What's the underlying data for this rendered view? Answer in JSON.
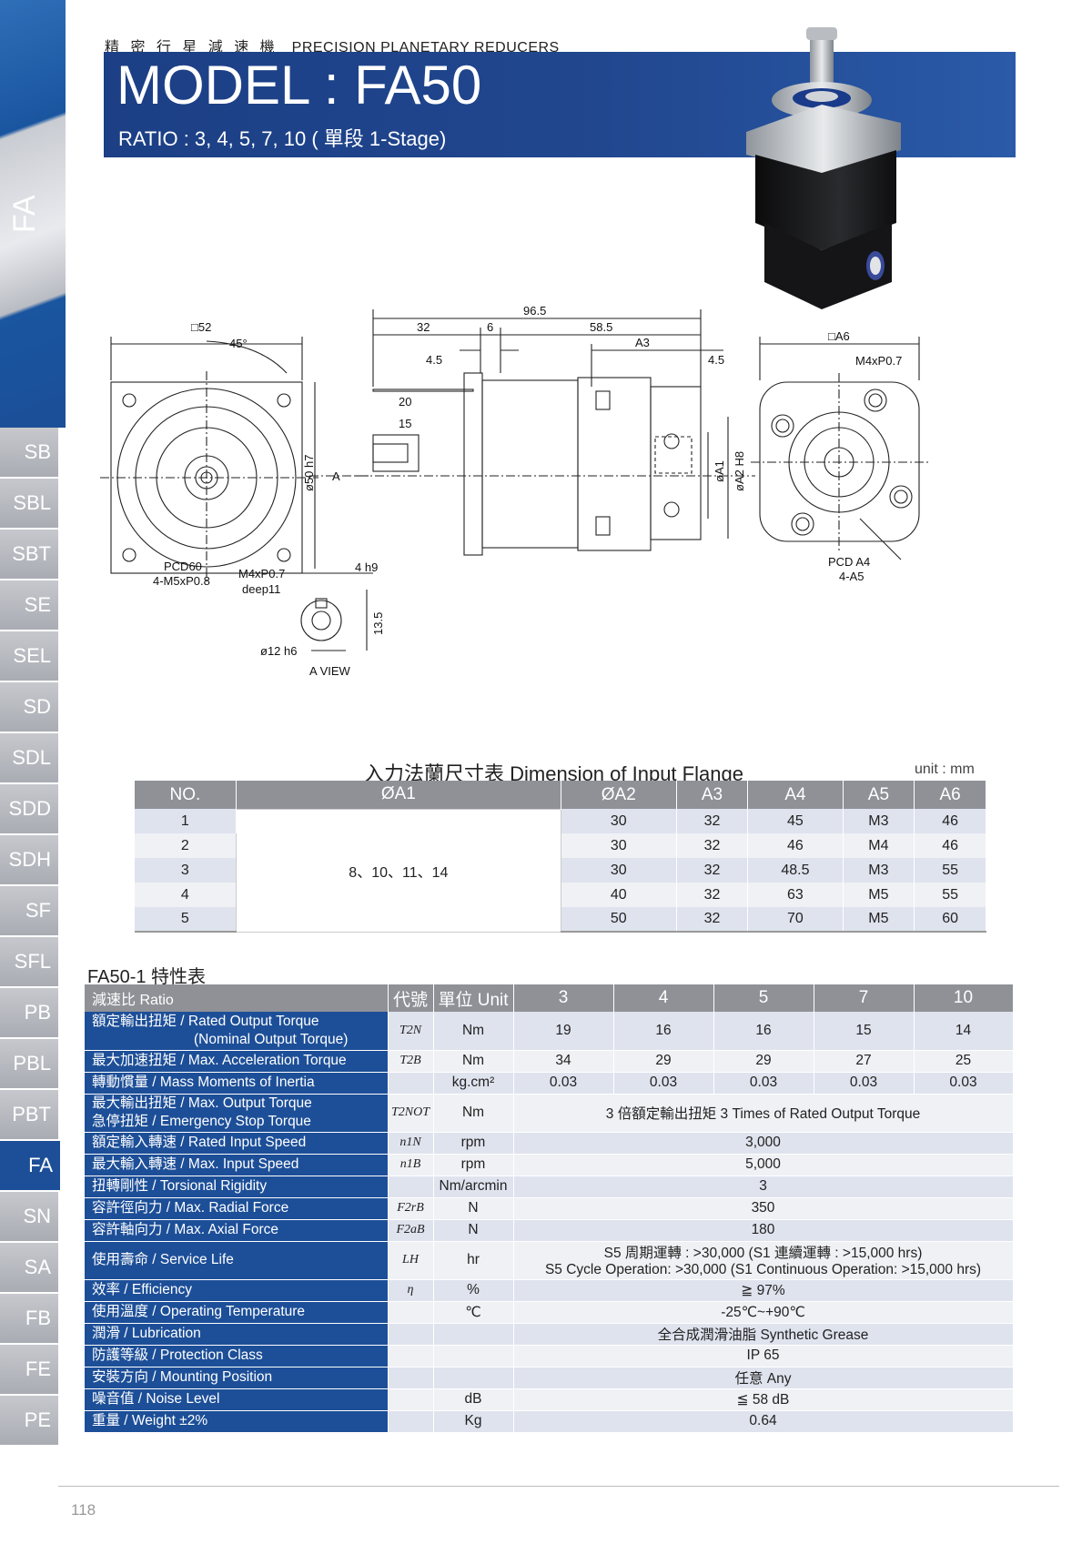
{
  "side_nav": {
    "top_label": "FA",
    "tabs": [
      "SB",
      "SBL",
      "SBT",
      "SE",
      "SEL",
      "SD",
      "SDL",
      "SDD",
      "SDH",
      "SF",
      "SFL",
      "PB",
      "PBL",
      "PBT",
      "FA",
      "SN",
      "SA",
      "FB",
      "FE",
      "PE"
    ],
    "active": "FA"
  },
  "header": {
    "category_zh": "精 密 行 星 減 速 機",
    "category_en": "PRECISION PLANETARY REDUCERS",
    "model_title": "MODEL : FA50",
    "ratio_line": "RATIO : 3, 4, 5, 7, 10 ( 單段 1-Stage)"
  },
  "drawing_labels": {
    "front_square": "□52",
    "front_angle": "45°",
    "front_pcd": "PCD60",
    "front_holes": "4-M5xP0.8",
    "dim_total": "96.5",
    "dim_32": "32",
    "dim_6": "6",
    "dim_585": "58.5",
    "dim_a3": "A3",
    "dim_45a": "4.5",
    "dim_45b": "4.5",
    "dim_20": "20",
    "dim_15": "15",
    "dim_phi50": "ø50 h7",
    "dim_a": "A",
    "dim_phia1": "øA1",
    "dim_phia2": "øA2 H8",
    "rear_square": "□A6",
    "rear_thread": "M4xP0.7",
    "rear_pcd": "PCD A4",
    "rear_holes": "4-A5",
    "aview_thread": "M4xP0.7",
    "aview_deep": "deep11",
    "aview_key": "4 h9",
    "aview_135": "13.5",
    "aview_phi12": "ø12 h6",
    "aview_title": "A VIEW"
  },
  "flange_table": {
    "caption": "入力法蘭尺寸表  Dimension of Input Flange",
    "unit": "unit : mm",
    "headers": [
      "NO.",
      "ØA1",
      "ØA2",
      "A3",
      "A4",
      "A5",
      "A6"
    ],
    "a1_value": "8、10、11、14",
    "rows": [
      [
        "1",
        "30",
        "32",
        "45",
        "M3",
        "46"
      ],
      [
        "2",
        "30",
        "32",
        "46",
        "M4",
        "46"
      ],
      [
        "3",
        "30",
        "32",
        "48.5",
        "M3",
        "55"
      ],
      [
        "4",
        "40",
        "32",
        "63",
        "M5",
        "55"
      ],
      [
        "5",
        "50",
        "32",
        "70",
        "M5",
        "60"
      ]
    ]
  },
  "spec_table": {
    "caption": "FA50-1 特性表",
    "headers": [
      "減速比 Ratio",
      "代號",
      "單位 Unit",
      "3",
      "4",
      "5",
      "7",
      "10"
    ],
    "rows": [
      {
        "label": "額定輸出扭矩 / Rated Output Torque",
        "label2": "(Nominal Output Torque)",
        "sym": "T2N",
        "unit": "Nm",
        "vals": [
          "19",
          "16",
          "16",
          "15",
          "14"
        ]
      },
      {
        "label": "最大加速扭矩 / Max. Acceleration Torque",
        "sym": "T2B",
        "unit": "Nm",
        "vals": [
          "34",
          "29",
          "29",
          "27",
          "25"
        ]
      },
      {
        "label": "轉動慣量 / Mass Moments of Inertia",
        "sym": "",
        "unit": "kg.cm²",
        "vals": [
          "0.03",
          "0.03",
          "0.03",
          "0.03",
          "0.03"
        ]
      },
      {
        "label": "最大輸出扭矩 / Max. Output Torque",
        "label2": "急停扭矩 / Emergency Stop Torque",
        "sym": "T2NOT",
        "unit": "Nm",
        "span": "3 倍額定輸出扭矩 3 Times of Rated Output Torque"
      },
      {
        "label": "額定輸入轉速 / Rated Input Speed",
        "sym": "n1N",
        "unit": "rpm",
        "span": "3,000"
      },
      {
        "label": "最大輸入轉速 / Max. Input Speed",
        "sym": "n1B",
        "unit": "rpm",
        "span": "5,000"
      },
      {
        "label": "扭轉剛性 / Torsional Rigidity",
        "sym": "",
        "unit": "Nm/arcmin",
        "span": "3"
      },
      {
        "label": "容許徑向力 / Max. Radial Force",
        "sym": "F2rB",
        "unit": "N",
        "span": "350"
      },
      {
        "label": "容許軸向力 / Max. Axial Force",
        "sym": "F2aB",
        "unit": "N",
        "span": "180"
      },
      {
        "label": "使用壽命 / Service Life",
        "sym": "LH",
        "unit": "hr",
        "span": "S5 周期運轉 : >30,000 (S1 連續運轉 : >15,000 hrs)",
        "span2": "S5 Cycle Operation: >30,000 (S1 Continuous Operation: >15,000 hrs)"
      },
      {
        "label": "效率 / Efficiency",
        "sym": "η",
        "unit": "%",
        "span": "≧ 97%"
      },
      {
        "label": "使用溫度 / Operating Temperature",
        "sym": "",
        "unit": "℃",
        "span": "-25℃~+90℃"
      },
      {
        "label": "潤滑 / Lubrication",
        "sym": "",
        "unit": "",
        "span": "全合成潤滑油脂 Synthetic Grease"
      },
      {
        "label": "防護等級 / Protection Class",
        "sym": "",
        "unit": "",
        "span": "IP 65"
      },
      {
        "label": "安裝方向 / Mounting Position",
        "sym": "",
        "unit": "",
        "span": "任意 Any"
      },
      {
        "label": "噪音值 / Noise Level",
        "sym": "",
        "unit": "dB",
        "span": "≦ 58 dB"
      },
      {
        "label": "重量 / Weight ±2%",
        "sym": "",
        "unit": "Kg",
        "span": "0.64"
      }
    ]
  },
  "footer": {
    "page_number": "118"
  }
}
